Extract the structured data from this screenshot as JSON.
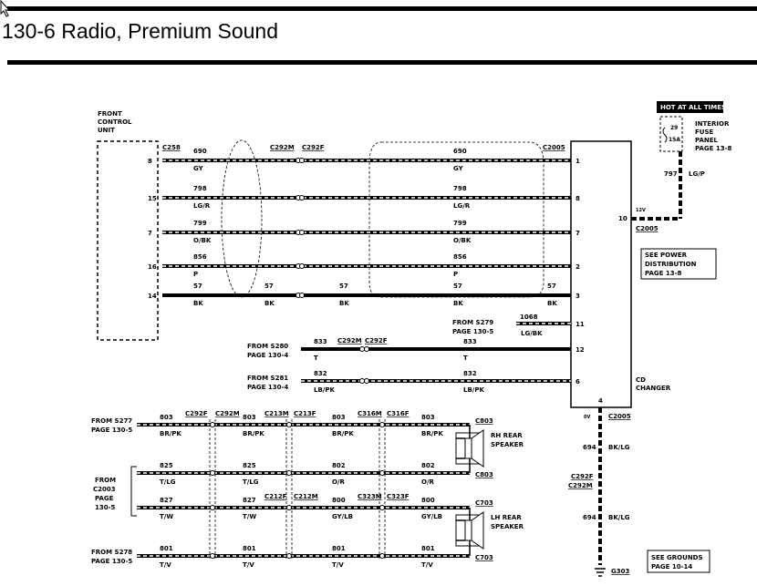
{
  "title": "130-6 Radio, Premium Sound",
  "front_unit": "FRONT CONTROL UNIT",
  "cd_changer": "CD CHANGER",
  "hot_label": "HOT AT ALL TIMES",
  "fuse_panel": {
    "fuse_num": "29",
    "fuse_amp": "15A",
    "label": "INTERIOR FUSE PANEL",
    "page": "PAGE 13-8"
  },
  "power_note": {
    "line1": "SEE POWER",
    "line2": "DISTRIBUTION",
    "page": "PAGE 13-8"
  },
  "grounds_note": {
    "line1": "SEE GROUNDS",
    "page": "PAGE 10-14"
  },
  "connectors": {
    "c258": "C258",
    "c292m": "C292M",
    "c292f": "C292F",
    "c2005": "C2005",
    "c213m": "C213M",
    "c213f": "C213F",
    "c316m": "C316M",
    "c316f": "C316F",
    "c803": "C803",
    "c703": "C703",
    "c212f": "C212F",
    "c212m": "C212M",
    "c323m": "C323M",
    "c323f": "C323F",
    "g303": "G303"
  },
  "top_wires": [
    {
      "pin_left": "8",
      "circuit": "690",
      "color": "GY",
      "pin_right": "1"
    },
    {
      "pin_left": "15",
      "circuit": "798",
      "color": "LG/R",
      "pin_right": "8"
    },
    {
      "pin_left": "7",
      "circuit": "799",
      "color": "O/BK",
      "pin_right": "7"
    },
    {
      "pin_left": "16",
      "circuit": "856",
      "color": "P",
      "pin_right": "2"
    },
    {
      "pin_left": "14",
      "circuit": "57",
      "color": "BK",
      "pin_right": "3"
    }
  ],
  "from_wires": [
    {
      "from": "FROM S279",
      "page": "PAGE 130-5",
      "circuit": "1068",
      "color": "LG/BK",
      "pin": "11"
    },
    {
      "from": "FROM S280",
      "page": "PAGE 130-4",
      "circuit": "833",
      "color": "T",
      "pin": "12"
    },
    {
      "from": "FROM S281",
      "page": "PAGE 130-4",
      "circuit": "832",
      "color": "LB/PK",
      "pin": "6"
    }
  ],
  "power_wire": {
    "pin": "10",
    "volt": "12V",
    "circuit": "797",
    "color": "LG/P"
  },
  "ground_wire": {
    "pin": "4",
    "volt": "0V",
    "circuit": "694",
    "color": "BK/LG"
  },
  "speaker_wires": [
    {
      "from": "FROM S277",
      "page": "PAGE 130-5",
      "circuit": "803",
      "color": "BR/PK"
    },
    {
      "circuit": "825",
      "color": "T/LG",
      "color2": "O/R",
      "circuit2": "802"
    },
    {
      "circuit": "827",
      "color": "T/W",
      "color2": "GY/LB",
      "circuit2": "800"
    },
    {
      "from": "FROM S278",
      "page": "PAGE 130-5",
      "circuit": "801",
      "color": "T/V"
    }
  ],
  "from_c2003": {
    "l1": "FROM",
    "l2": "C2003",
    "l3": "PAGE",
    "l4": "130-5"
  },
  "speakers": {
    "rh": "RH REAR SPEAKER",
    "lh": "LH REAR SPEAKER"
  }
}
